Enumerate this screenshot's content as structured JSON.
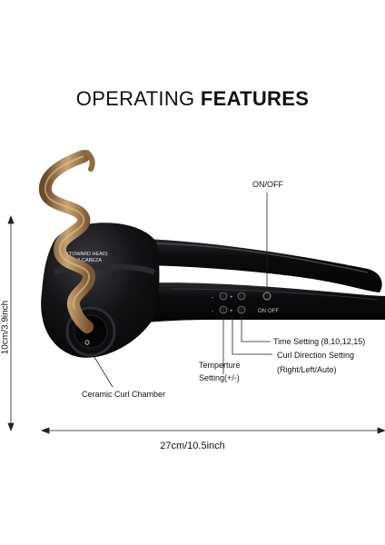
{
  "title": {
    "part1": "OPERATING ",
    "part2": "FEATURES"
  },
  "device": {
    "head_text_line1": "TIP (TOWARD HEAD)",
    "head_text_line2": "HACIA LA CABEZA",
    "panel_labels": {
      "on": "ON",
      "off": "OFF",
      "minus": "-",
      "plus": "+"
    }
  },
  "callouts": {
    "on_off": "ON/OFF",
    "time_setting": "Time Setting (8,10,12,15)",
    "curl_direction": "Curl Direction Setting",
    "curl_direction_options": "(Right/Left/Auto)",
    "temperature_line1": "Temperture",
    "temperature_line2": "Setting(+/-)",
    "chamber": "Ceramic Curl Chamber"
  },
  "dimensions": {
    "height": "10cm/3.9inch",
    "width": "27cm/10.5inch"
  },
  "colors": {
    "device": "#0b0b0d",
    "hair": "#a98357",
    "line": "#222222"
  }
}
